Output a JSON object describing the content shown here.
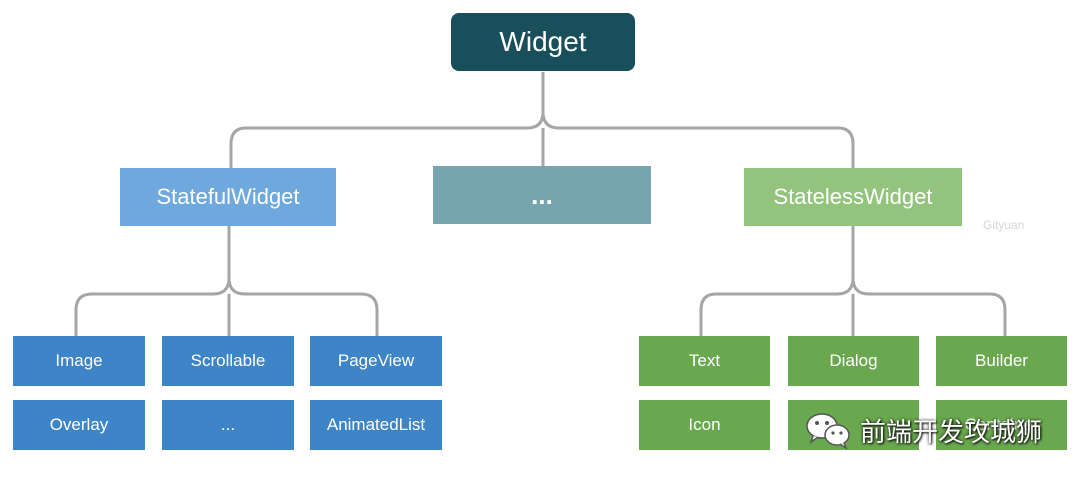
{
  "root": {
    "label": "Widget"
  },
  "level1": {
    "stateful": "StatefulWidget",
    "middle": "...",
    "stateless": "StatelessWidget"
  },
  "stateful_children": [
    "Image",
    "Scrollable",
    "PageView",
    "Overlay",
    "...",
    "AnimatedList"
  ],
  "stateless_children": [
    "Text",
    "Dialog",
    "Builder",
    "Icon",
    "",
    "Container"
  ],
  "watermarks": {
    "small": "Gityuan",
    "brand": "前端开发攻城狮"
  },
  "colors": {
    "root": "#184f5b",
    "stateful": "#6fa8dc",
    "middle": "#76a5af",
    "stateless": "#93c47d",
    "leaf_blue": "#3d85c6",
    "leaf_green": "#6aa84f",
    "connector": "#a6a6a6"
  }
}
